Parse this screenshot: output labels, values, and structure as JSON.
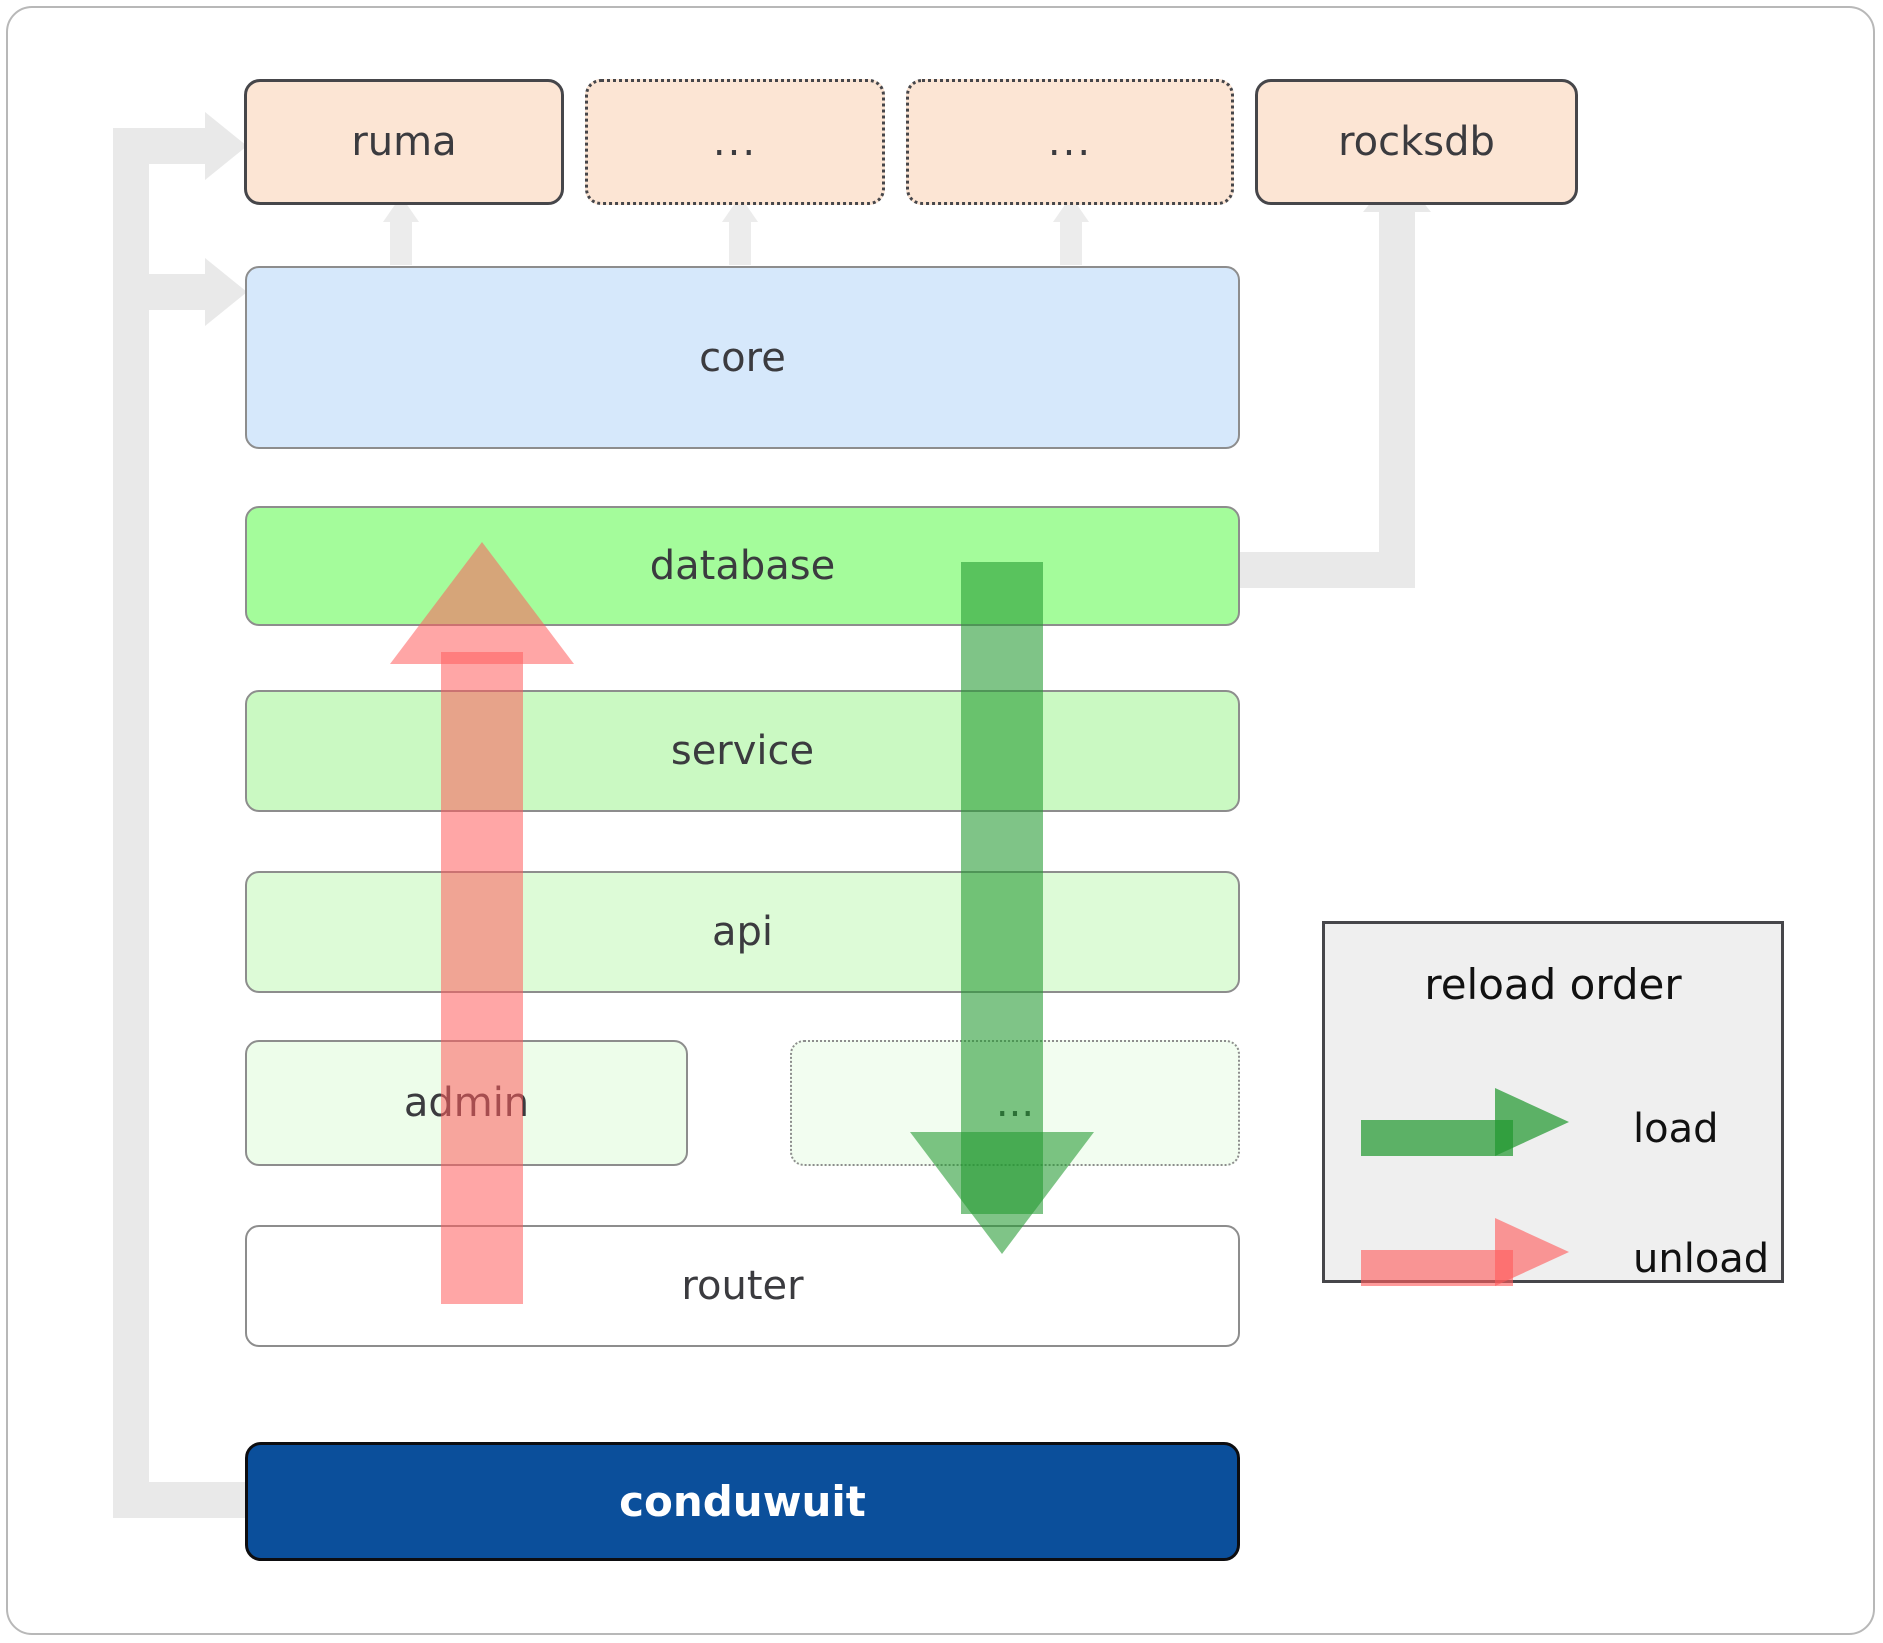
{
  "diagram": {
    "title": "conduwuit crate layering / reload order",
    "colors": {
      "crate_fill": "#fce5d4",
      "core_fill": "#d6e8fb",
      "database_fill": "#a4fc9b",
      "service_fill": "#caf9c2",
      "api_fill": "#ddfbd7",
      "admin_fill": "#edfdea",
      "dots_fill": "#f2fdf0",
      "router_fill": "#ffffff",
      "conduwuit_fill": "#0b4f9b",
      "connector_grey": "#e9e9e9",
      "load_green": "#229930",
      "unload_red": "#ff5c5c",
      "legend_bg": "#efefef",
      "border_dark": "#46464a"
    },
    "crates": [
      {
        "id": "ruma",
        "label": "ruma",
        "style": "solid"
      },
      {
        "id": "dots-1",
        "label": "...",
        "style": "dotted"
      },
      {
        "id": "dots-2",
        "label": "...",
        "style": "dotted"
      },
      {
        "id": "rocksdb",
        "label": "rocksdb",
        "style": "solid"
      }
    ],
    "layers": [
      {
        "id": "core",
        "label": "core",
        "style": "solid"
      },
      {
        "id": "database",
        "label": "database",
        "style": "solid"
      },
      {
        "id": "service",
        "label": "service",
        "style": "solid"
      },
      {
        "id": "api",
        "label": "api",
        "style": "solid"
      },
      {
        "id": "admin",
        "label": "admin",
        "style": "solid"
      },
      {
        "id": "dots-3",
        "label": "...",
        "style": "dotted"
      },
      {
        "id": "router",
        "label": "router",
        "style": "solid"
      }
    ],
    "root": {
      "id": "conduwuit",
      "label": "conduwuit"
    },
    "legend": {
      "title": "reload order",
      "entries": [
        {
          "id": "load",
          "label": "load",
          "color": "#229930",
          "direction": "down"
        },
        {
          "id": "unload",
          "label": "unload",
          "color": "#ff5c5c",
          "direction": "up"
        }
      ]
    }
  }
}
